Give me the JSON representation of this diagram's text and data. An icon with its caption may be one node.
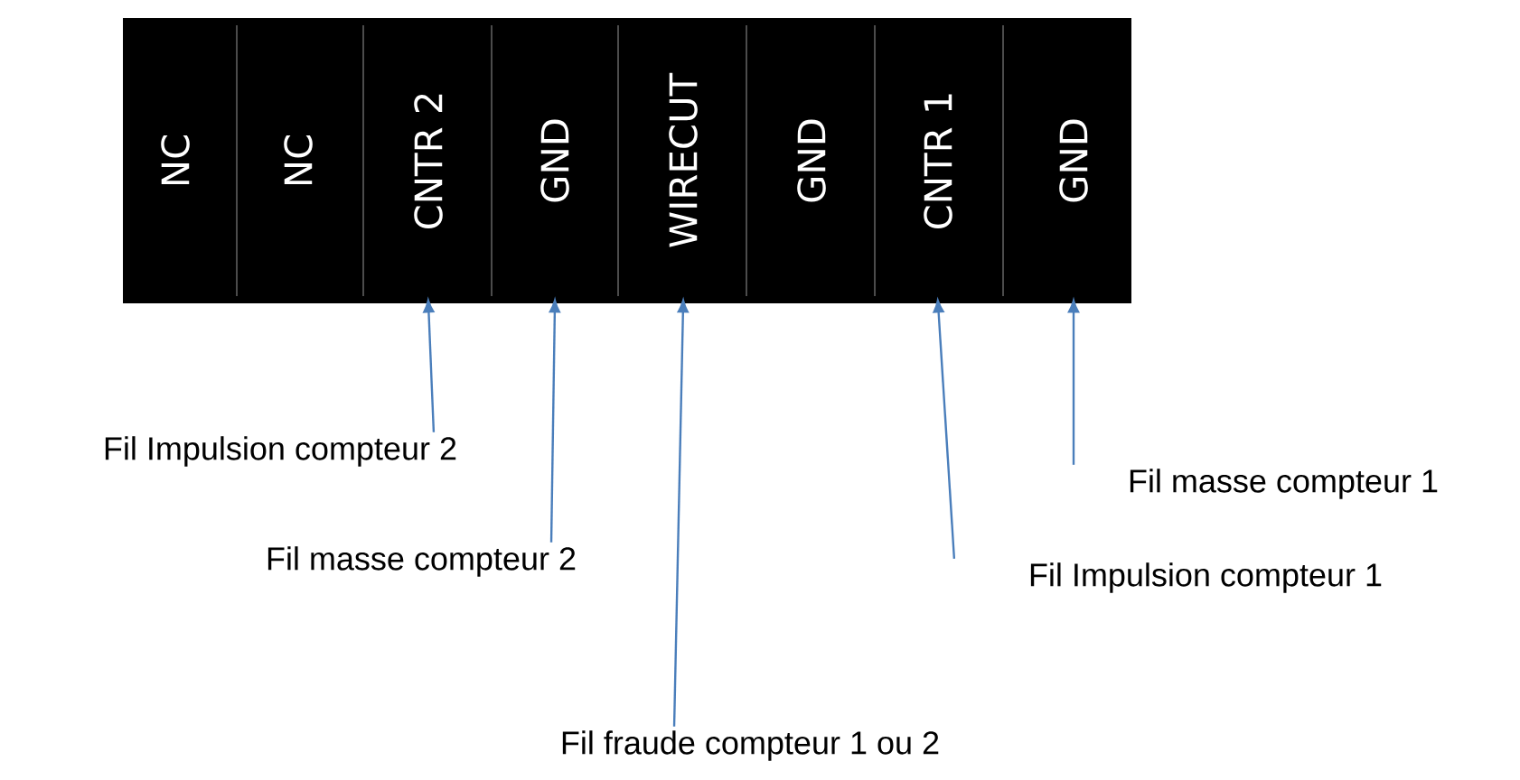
{
  "diagram": {
    "nodes": [
      {
        "text": [
          "NC"
        ]
      },
      {
        "text": [
          "NC"
        ]
      },
      {
        "text": [
          "CNTR 2"
        ]
      },
      {
        "text": [
          "GND"
        ]
      },
      {
        "text": [
          "WIRECUT"
        ]
      },
      {
        "text": [
          "GND"
        ]
      },
      {
        "text": [
          "CNTR 1"
        ]
      },
      {
        "text": [
          "GND"
        ]
      },
      {
        "text": [
          "Fil Impulsion compteur 2"
        ]
      },
      {
        "text": [
          "Fil masse compteur 1"
        ]
      },
      {
        "text": [
          "Fil masse compteur 2"
        ]
      },
      {
        "text": [
          "Fil Impulsion compteur 1"
        ]
      },
      {
        "text": [
          "Fil fraude compteur 1 ou 2"
        ]
      }
    ],
    "edges": [
      {
        "from": 8,
        "to": 2,
        "arrow": "to"
      },
      {
        "from": 10,
        "to": 3,
        "arrow": "to"
      },
      {
        "from": 12,
        "to": 4,
        "arrow": "to"
      },
      {
        "from": 11,
        "to": 6,
        "arrow": "to"
      },
      {
        "from": 9,
        "to": 7,
        "arrow": "to"
      }
    ]
  }
}
